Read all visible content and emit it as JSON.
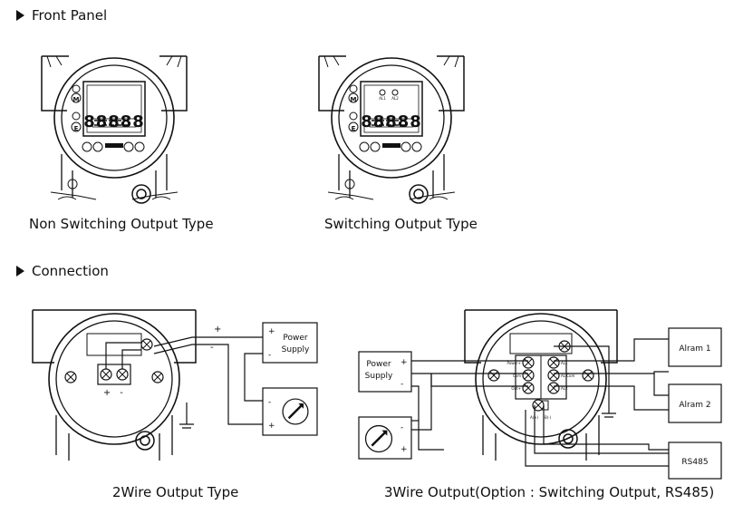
{
  "sections": {
    "front_panel": "Front Panel",
    "connection": "Connection"
  },
  "captions": {
    "non_switching": "Non Switching Output Type",
    "switching": "Switching Output Type",
    "two_wire": "2Wire Output Type",
    "three_wire": "3Wire Output(Option : Switching Output, RS485)"
  },
  "display": {
    "digits": "88888",
    "key_m": "M",
    "key_e": "E",
    "al1": "AL1",
    "al2": "AL2"
  },
  "two_wire": {
    "plus": "+",
    "minus": "-",
    "power_supply": [
      "Power",
      "Supply"
    ]
  },
  "three_wire": {
    "power_supply": [
      "Power",
      "Supply"
    ],
    "alarm1": "Alram 1",
    "alarm2": "Alram 2",
    "rs485": "RS485",
    "term_power": "Power+",
    "term_com": "Com",
    "term_out": "Out+",
    "term_al1": "AL1",
    "term_alcom": "AL Com",
    "term_al2": "AL2",
    "term_a": "A(+)",
    "term_b": "B(-)",
    "plus": "+",
    "minus": "-"
  }
}
